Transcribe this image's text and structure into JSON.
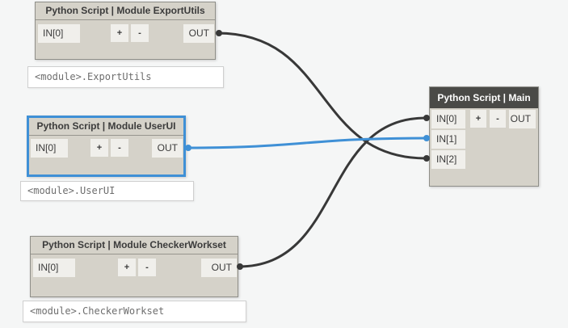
{
  "app": {
    "type": "dynamo-node-graph"
  },
  "colors": {
    "canvas_bg": "#f5f6f6",
    "node_body": "#d5d2c9",
    "port_bg": "#f0efeb",
    "node_border": "#8f8f89",
    "selected_border": "#3f90d6",
    "dark_header_bg": "#4a4a47",
    "dark_header_text": "#ffffff",
    "header_text": "#3b3b3b",
    "wire_dark": "#383838",
    "wire_selected": "#3f90d6"
  },
  "nodes": [
    {
      "id": "exportutils",
      "title": "Python Script | Module ExportUtils",
      "inputs": [
        "IN[0]"
      ],
      "output": "OUT",
      "add_label": "+",
      "remove_label": "-",
      "selected": false
    },
    {
      "id": "userui",
      "title": "Python Script | Module UserUI",
      "inputs": [
        "IN[0]"
      ],
      "output": "OUT",
      "add_label": "+",
      "remove_label": "-",
      "selected": true
    },
    {
      "id": "checkerworkset",
      "title": "Python Script | Module CheckerWorkset",
      "inputs": [
        "IN[0]"
      ],
      "output": "OUT",
      "add_label": "+",
      "remove_label": "-",
      "selected": false
    },
    {
      "id": "main",
      "title": "Python Script | Main",
      "inputs": [
        "IN[0]",
        "IN[1]",
        "IN[2]"
      ],
      "output": "OUT",
      "add_label": "+",
      "remove_label": "-",
      "selected": false
    }
  ],
  "annotations": [
    {
      "text": "<module>.ExportUtils"
    },
    {
      "text": "<module>.UserUI"
    },
    {
      "text": "<module>.CheckerWorkset"
    }
  ],
  "connections": [
    {
      "from": "exportutils.OUT",
      "to": "main.IN[2]",
      "color": "#383838",
      "selected": false
    },
    {
      "from": "userui.OUT",
      "to": "main.IN[1]",
      "color": "#3f90d6",
      "selected": true
    },
    {
      "from": "checkerworkset.OUT",
      "to": "main.IN[0]",
      "color": "#383838",
      "selected": false
    }
  ]
}
